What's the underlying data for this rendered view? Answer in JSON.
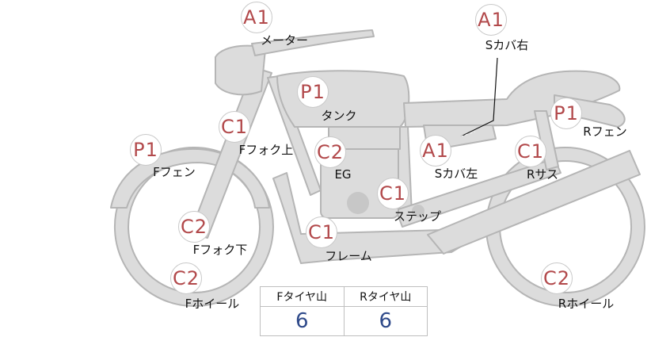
{
  "colors": {
    "bike_fill": "#dcdcdc",
    "bike_stroke": "#b5b5b5",
    "grade_text": "#b2494b",
    "value_text": "#2f4a8a"
  },
  "parts": [
    {
      "id": "meter",
      "grade": "A1",
      "label": "メーター"
    },
    {
      "id": "side-cover-right",
      "grade": "A1",
      "label": "Sカバ右"
    },
    {
      "id": "tank",
      "grade": "P1",
      "label": "タンク"
    },
    {
      "id": "rear-fender",
      "grade": "P1",
      "label": "Rフェン"
    },
    {
      "id": "front-fork-upper",
      "grade": "C1",
      "label": "Fフォク上"
    },
    {
      "id": "engine",
      "grade": "C2",
      "label": "EG"
    },
    {
      "id": "side-cover-left",
      "grade": "A1",
      "label": "Sカバ左"
    },
    {
      "id": "rear-suspension",
      "grade": "C1",
      "label": "Rサス"
    },
    {
      "id": "front-fender",
      "grade": "P1",
      "label": "Fフェン"
    },
    {
      "id": "step",
      "grade": "C1",
      "label": "ステップ"
    },
    {
      "id": "front-fork-lower",
      "grade": "C2",
      "label": "Fフォク下"
    },
    {
      "id": "frame",
      "grade": "C1",
      "label": "フレーム"
    },
    {
      "id": "front-wheel",
      "grade": "C2",
      "label": "Fホイール"
    },
    {
      "id": "rear-wheel",
      "grade": "C2",
      "label": "Rホイール"
    }
  ],
  "tread_table": {
    "headers": [
      "Fタイヤ山",
      "Rタイヤ山"
    ],
    "values": [
      "6",
      "6"
    ]
  }
}
